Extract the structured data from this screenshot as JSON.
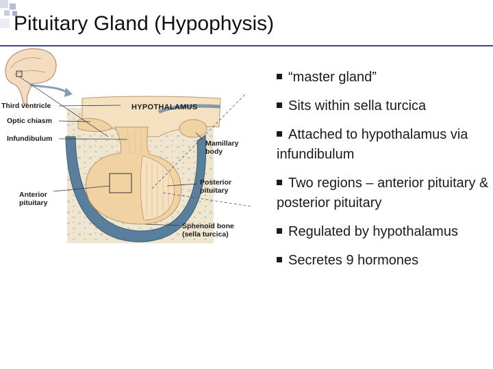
{
  "slide": {
    "title": "Pituitary Gland (Hypophysis)"
  },
  "figure": {
    "labels": {
      "third_ventricle": "Third ventricle",
      "optic_chiasm": "Optic chiasm",
      "infundibulum": "Infundibulum",
      "anterior_pituitary_1": "Anterior",
      "anterior_pituitary_2": "pituitary",
      "hypothalamus": "HYPOTHALAMUS",
      "mamillary_body_1": "Mamillary",
      "mamillary_body_2": "body",
      "posterior_pituitary_1": "Posterior",
      "posterior_pituitary_2": "pituitary",
      "sphenoid_bone_1": "Sphenoid bone",
      "sphenoid_bone_2": "(sella turcica)"
    }
  },
  "bullets": [
    "“master gland”",
    "Sits within sella turcica",
    "Attached to hypothalamus via infundibulum",
    "Two regions – anterior pituitary & posterior pituitary",
    "Regulated by hypothalamus",
    "Secretes 9 hormones"
  ],
  "colors": {
    "title_rule": "#3b3f8c",
    "bone": "#efe6d2",
    "gland": "#f1d2a2",
    "membrane": "#5a7f9c"
  }
}
